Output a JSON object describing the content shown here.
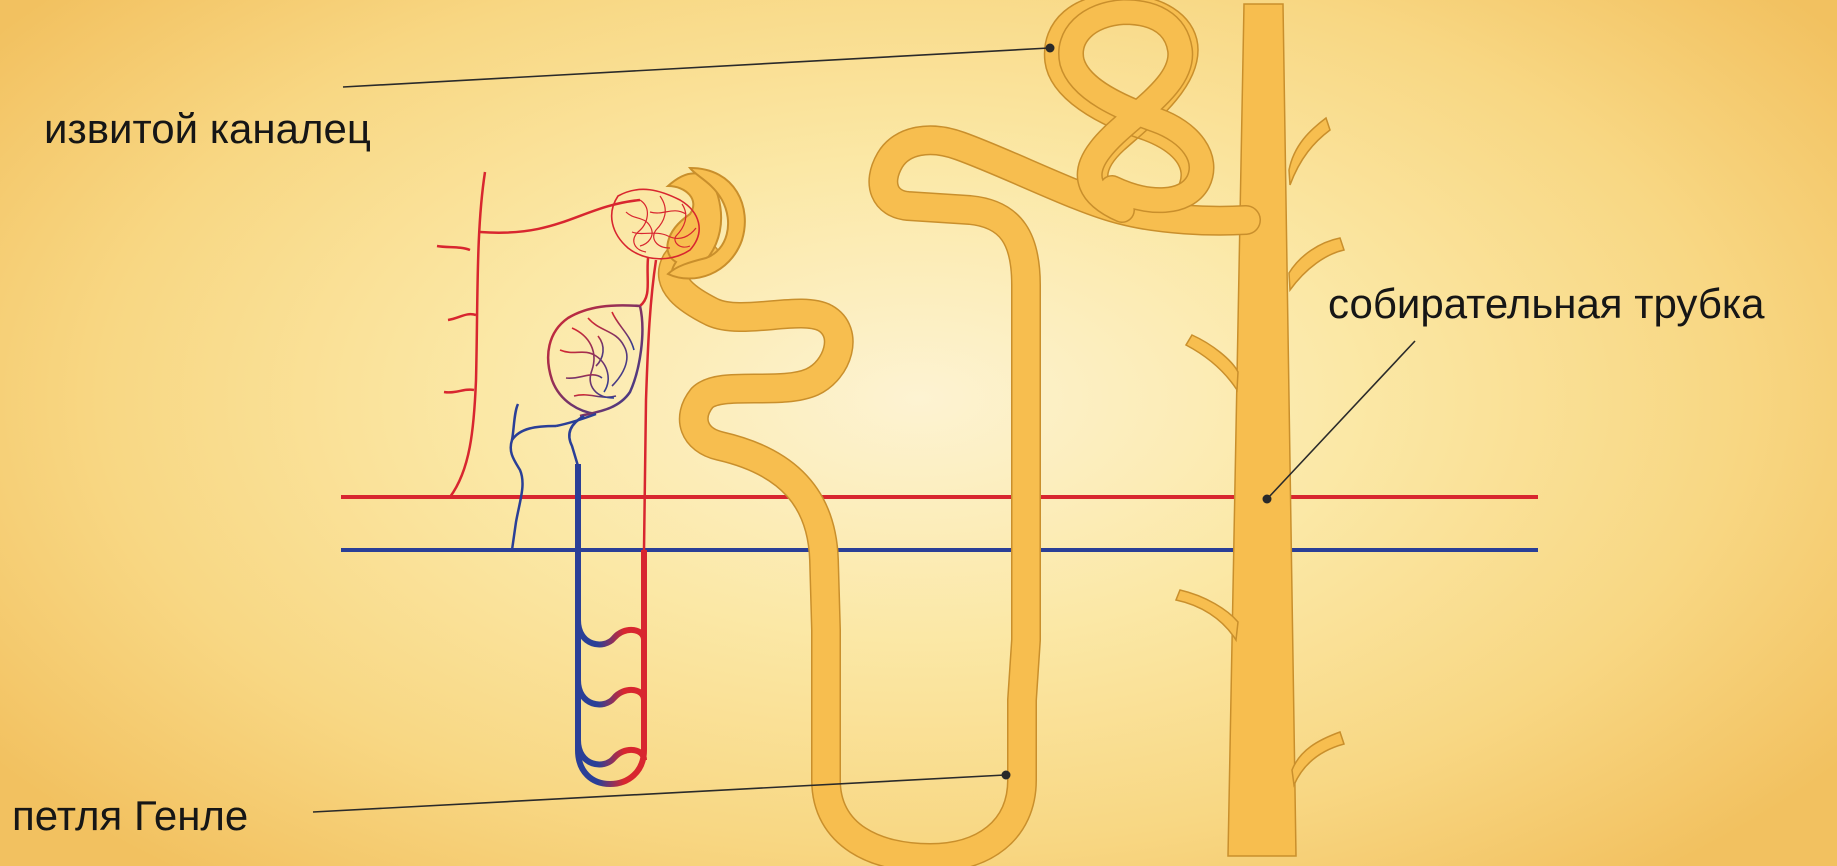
{
  "diagram": {
    "labels": {
      "convoluted_tubule": "извитой каналец",
      "collecting_duct": "собирательная трубка",
      "loop_of_henle": "петля Генле"
    },
    "colors": {
      "tubule_fill": "#f7be4f",
      "tubule_stroke": "#c98f2c",
      "artery": "#d8262f",
      "vein": "#2a3f97",
      "leader_line": "#2a2a2a",
      "background_center": "#fdf3d2",
      "background_edge": "#f2c160"
    }
  }
}
